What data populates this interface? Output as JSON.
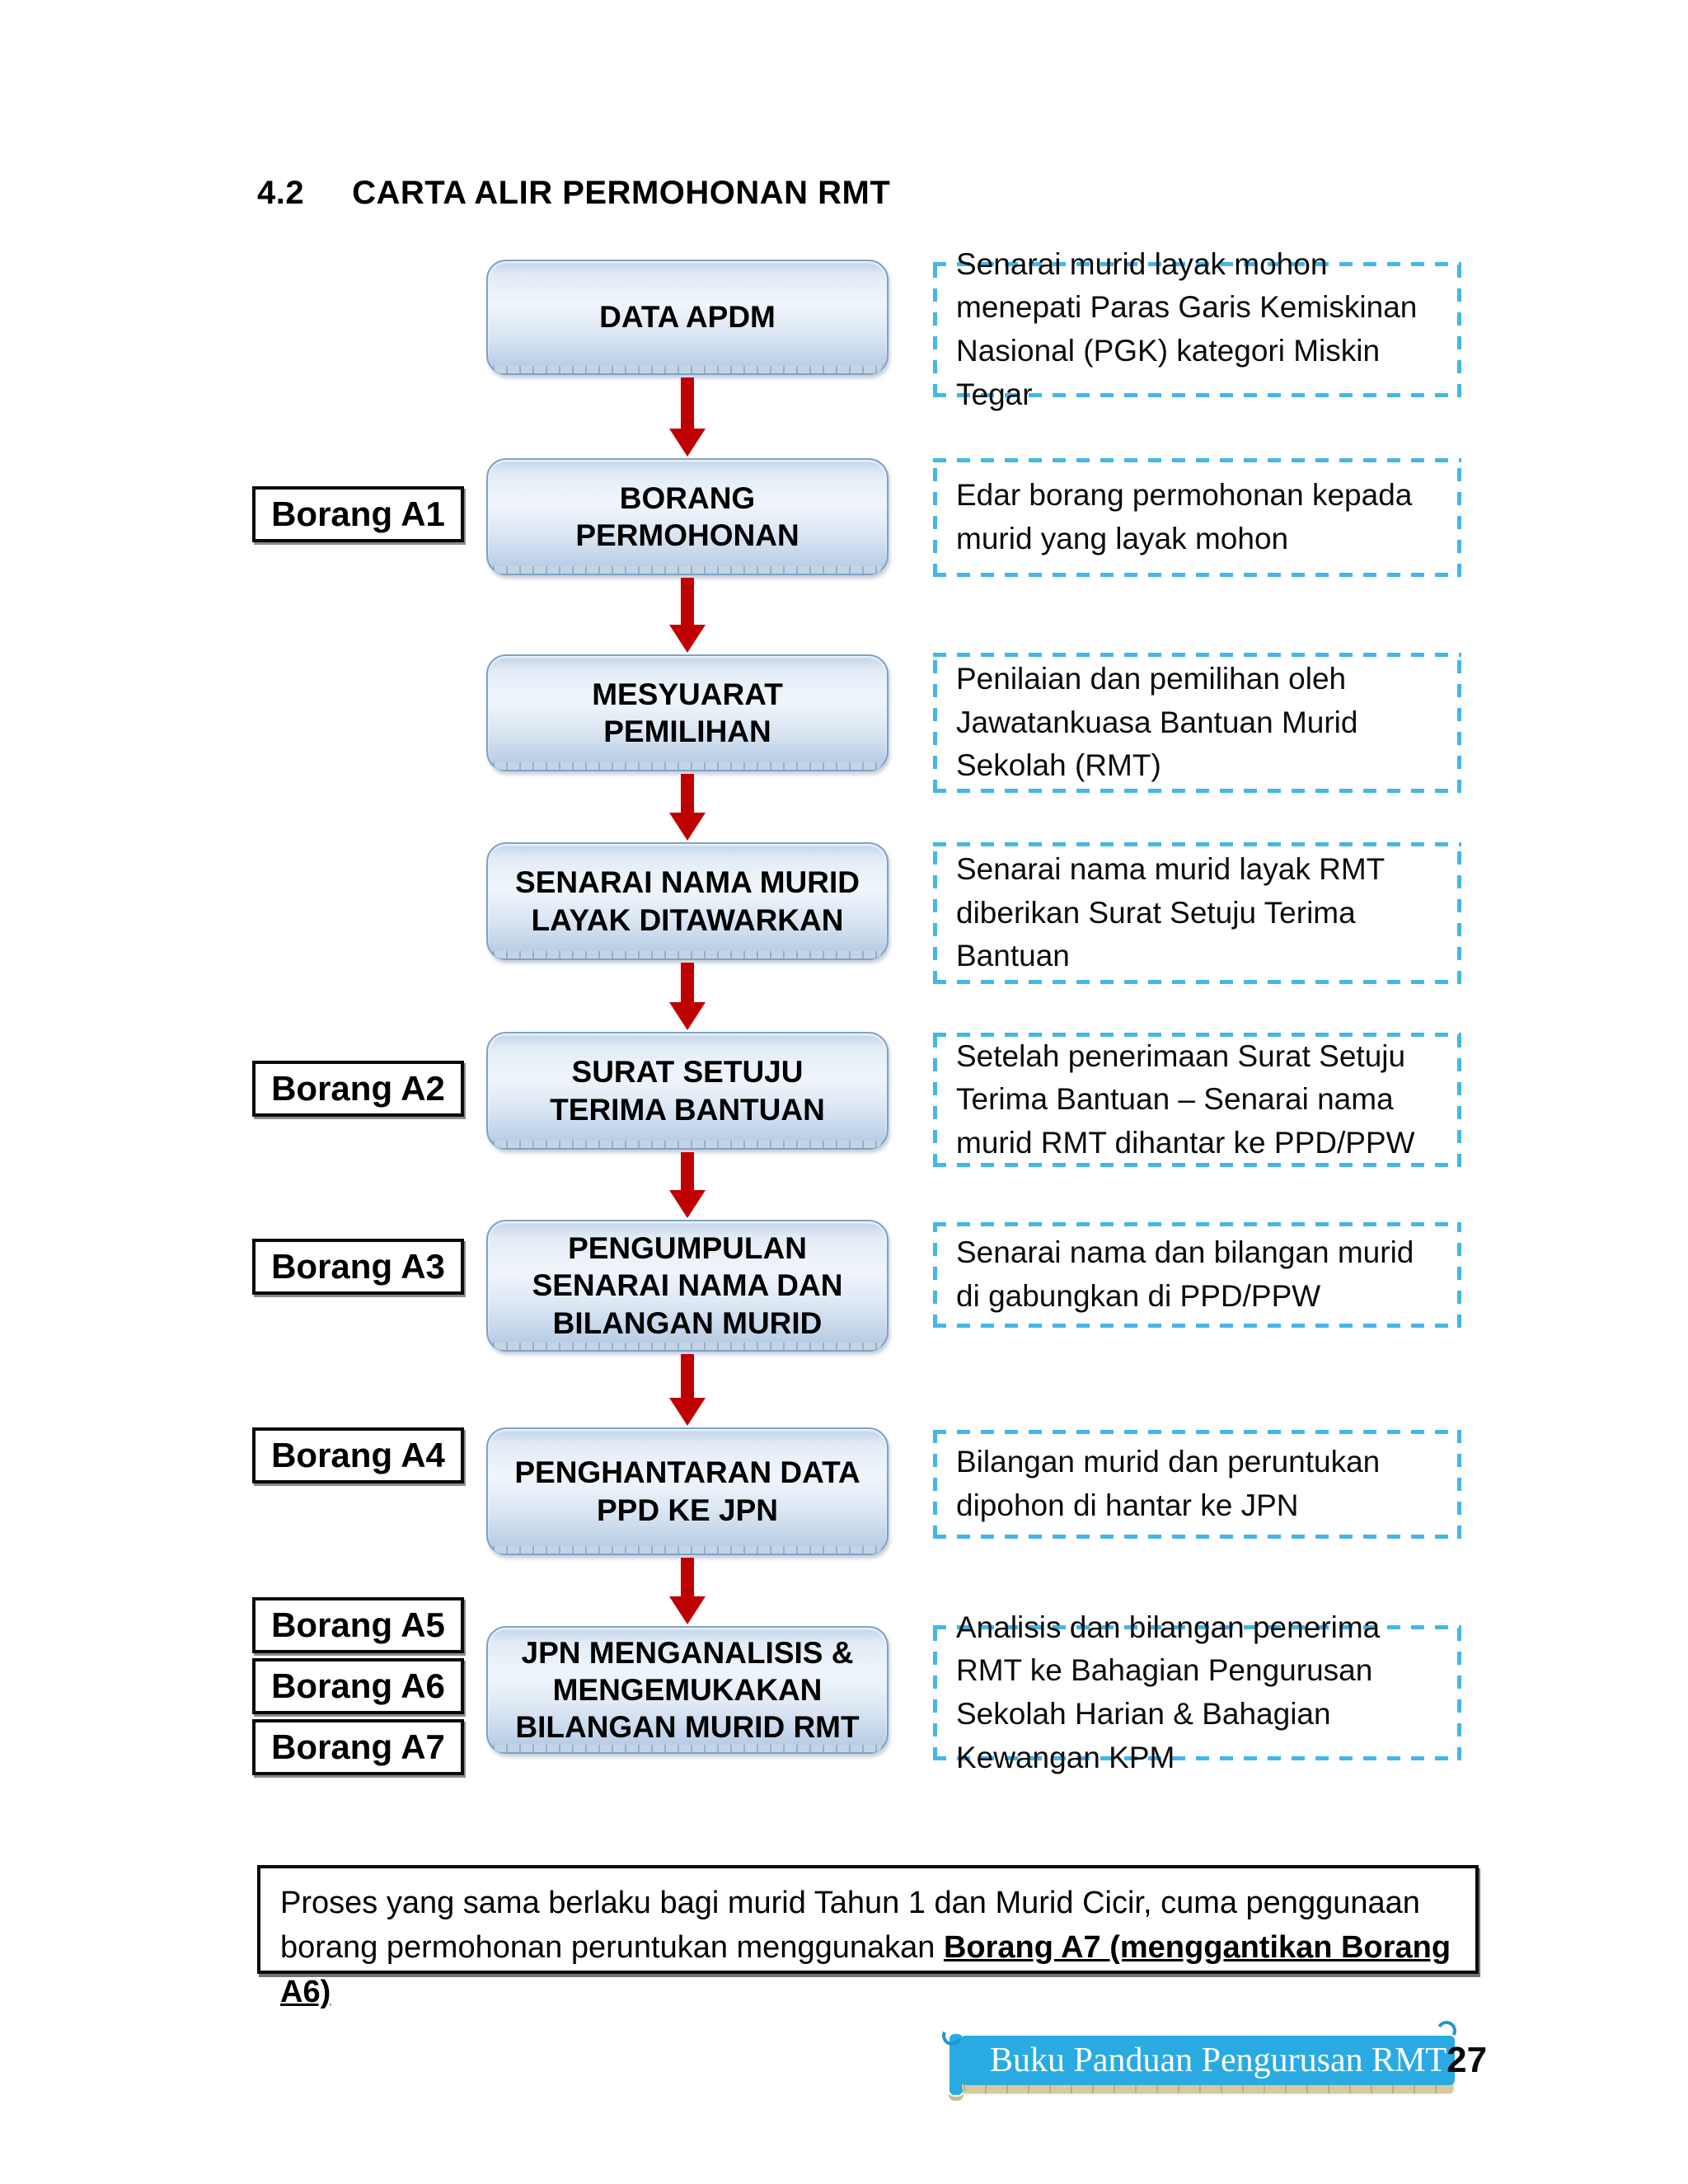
{
  "header": {
    "section_number": "4.2",
    "title": "CARTA ALIR PERMOHONAN RMT"
  },
  "flowchart": {
    "steps": [
      {
        "box": "DATA APDM",
        "labels": [],
        "description": "Senarai murid layak  mohon menepati Paras Garis Kemiskinan Nasional (PGK) kategori Miskin Tegar"
      },
      {
        "box": "BORANG PERMOHONAN",
        "labels": [
          "Borang A1"
        ],
        "description": "Edar borang permohonan kepada murid yang layak mohon"
      },
      {
        "box": "MESYUARAT PEMILIHAN",
        "labels": [],
        "description": "Penilaian dan pemilihan oleh Jawatankuasa  Bantuan Murid Sekolah (RMT)"
      },
      {
        "box": "SENARAI NAMA MURID LAYAK DITAWARKAN",
        "labels": [],
        "description": "Senarai nama murid layak RMT diberikan Surat Setuju Terima Bantuan"
      },
      {
        "box": "SURAT SETUJU TERIMA BANTUAN",
        "labels": [
          "Borang A2"
        ],
        "description": "Setelah penerimaan Surat Setuju Terima Bantuan – Senarai nama murid RMT dihantar ke PPD/PPW"
      },
      {
        "box": "PENGUMPULAN SENARAI NAMA DAN BILANGAN MURID",
        "labels": [
          "Borang A3"
        ],
        "description": "Senarai nama dan bilangan murid  di gabungkan di PPD/PPW"
      },
      {
        "box": "PENGHANTARAN DATA PPD KE JPN",
        "labels": [
          "Borang A4"
        ],
        "description": "Bilangan murid  dan peruntukan dipohon di hantar ke JPN"
      },
      {
        "box": "JPN MENGANALISIS & MENGEMUKAKAN BILANGAN MURID RMT",
        "labels": [
          "Borang A5",
          "Borang A6",
          "Borang A7"
        ],
        "description": "Analisis dan bilangan penerima RMT ke Bahagian Pengurusan Sekolah Harian & Bahagian Kewangan KPM"
      }
    ]
  },
  "note": {
    "regular": "Proses yang sama berlaku bagi murid Tahun 1 dan Murid Cicir, cuma penggunaan borang permohonan peruntukan menggunakan ",
    "emphasized": "Borang A7 (menggantikan Borang A6)"
  },
  "footer": {
    "book_title": "Buku Panduan Pengurusan RMT",
    "page_number": "27"
  },
  "colors": {
    "arrow": "#bf0000",
    "dashed_border": "#45b6e8",
    "box_border": "#7ea2c6",
    "footer_background": "#29abe2",
    "footer_edge": "#d5c8a0"
  }
}
